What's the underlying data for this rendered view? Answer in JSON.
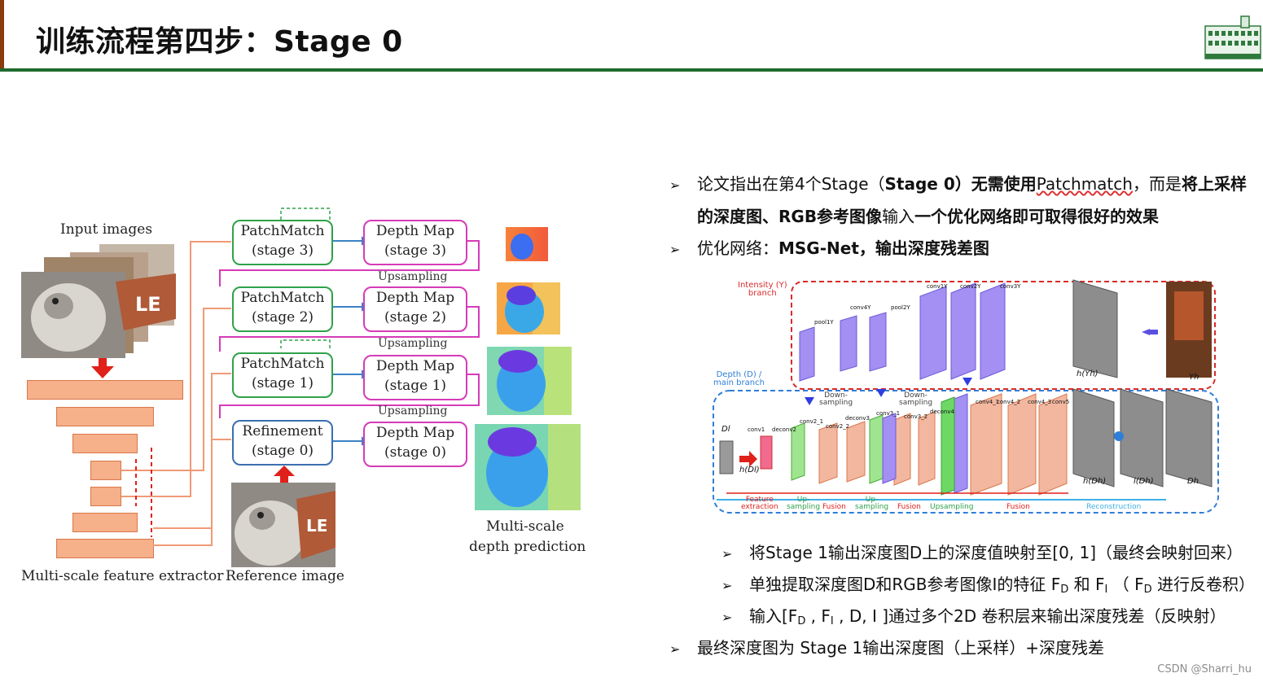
{
  "slide": {
    "title": "训练流程第四步：Stage 0",
    "watermark": "CSDN @Sharri_hu"
  },
  "colors": {
    "title_rule": "#1f6b2e",
    "left_bar": "#8b3a0e"
  },
  "diagram_left": {
    "input_images_label": "Input images",
    "feature_extractor_label": "Multi-scale feature extractor",
    "reference_image_label": "Reference image",
    "prediction_label_line1": "Multi-scale",
    "prediction_label_line2": "depth prediction",
    "upsampling_label": "Upsampling",
    "stages": [
      {
        "left_line1": "PatchMatch",
        "left_line2": "(stage 3)",
        "right_line1": "Depth Map",
        "right_line2": "(stage 3)"
      },
      {
        "left_line1": "PatchMatch",
        "left_line2": "(stage 2)",
        "right_line1": "Depth Map",
        "right_line2": "(stage 2)"
      },
      {
        "left_line1": "PatchMatch",
        "left_line2": "(stage 1)",
        "right_line1": "Depth Map",
        "right_line2": "(stage 1)"
      },
      {
        "left_line1": "Refinement",
        "left_line2": "(stage 0)",
        "right_line1": "Depth Map",
        "right_line2": "(stage 0)"
      }
    ]
  },
  "bullets": {
    "b1_l1_a": "论文指出在第4个Stage（",
    "b1_l1_b": "Stage 0）无需使用",
    "b1_l1_c": "Patchmatch",
    "b1_l1_d": "，而是",
    "b1_l1_e": "将上采样",
    "b1_l2_a": "的深度图、RGB参考图像",
    "b1_l2_b": "输入",
    "b1_l2_c": "一个优化网络即可取得很好的效果",
    "b2_a": "优化网络：",
    "b2_b": "MSG-Net，输出深度残差图",
    "s1": "将Stage 1输出深度图D上的深度值映射至[0, 1]（最终会映射回来）",
    "s2_a": "单独提取深度图D和RGB参考图像I的特征 F",
    "s2_sub1": "D",
    "s2_b": " 和 F",
    "s2_sub2": "I",
    "s2_c": " （ F",
    "s2_sub3": "D",
    "s2_d": " 进行反卷积）",
    "s3_a": "输入[F",
    "s3_sub1": "D",
    "s3_b": " , F",
    "s3_sub2": "I",
    "s3_c": " , D, I ]通过多个2D 卷积层来输出深度残差（反映射）",
    "b3": "最终深度图为 Stage 1输出深度图（上采样）+深度残差"
  },
  "msg_net": {
    "intensity_line1": "Intensity (Y)",
    "intensity_line2": "branch",
    "depth_line1": "Depth (D) /",
    "depth_line2": "main branch",
    "conv1Y": "conv1Y",
    "conv2Y": "conv2Y",
    "conv3Y": "conv3Y",
    "conv4Y": "conv4Y",
    "pool1Y": "pool1Y",
    "pool2Y": "pool2Y",
    "conv1": "conv1",
    "deconv2": "deconv2",
    "conv2_1": "conv2_1",
    "conv2_2": "conv2_2",
    "deconv3": "deconv3",
    "conv3_1": "conv3_1",
    "conv3_2": "conv3_2",
    "deconv4": "deconv4",
    "conv4_1": "conv4_1",
    "conv4_2": "conv4_2",
    "conv4_3": "conv4_3",
    "conv5": "conv5",
    "down_sampling_1": "Down-",
    "down_sampling_2": "sampling",
    "feat_extraction_1": "Feature",
    "feat_extraction_2": "extraction",
    "up_sampling_1": "Up-",
    "up_sampling_2": "sampling",
    "fusion": "Fusion",
    "upsampling": "Upsampling",
    "reconstruction": "Reconstruction",
    "h_yh": "h(Yh)",
    "yh": "Yh",
    "dl": "Dl",
    "h_dl": "h(Dl)",
    "h_dh": "h(Dh)",
    "l_dh": "l(Dh)",
    "dh": "Dh"
  }
}
